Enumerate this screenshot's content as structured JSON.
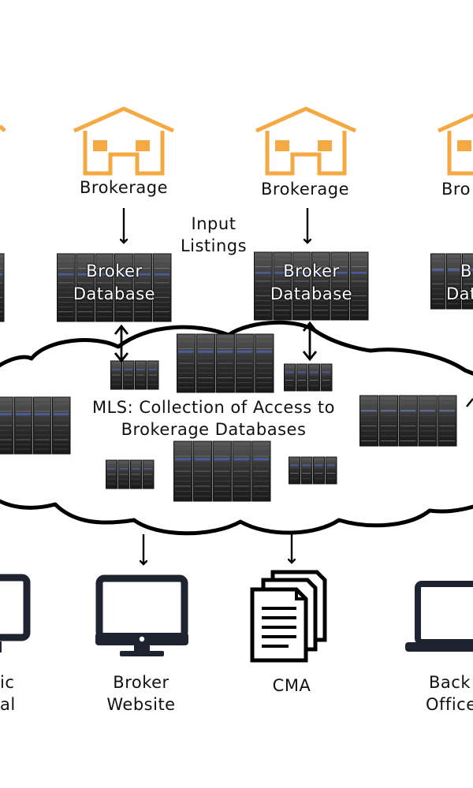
{
  "brokerages": [
    {
      "label": "Brokerage"
    },
    {
      "label": "Brokerage"
    },
    {
      "label": "Bro"
    }
  ],
  "input_listings": {
    "line1": "Input",
    "line2": "Listings"
  },
  "broker_databases": [
    {
      "line1": "Broker",
      "line2": "Database"
    },
    {
      "line1": "Broker",
      "line2": "Database"
    },
    {
      "line1": "B",
      "line2": "Dat"
    }
  ],
  "mls": {
    "line1": "MLS: Collection of Access to",
    "line2": "Brokerage Databases"
  },
  "outputs": [
    {
      "line1": "ic",
      "line2": "al"
    },
    {
      "line1": "Broker",
      "line2": "Website"
    },
    {
      "line1": "CMA",
      "line2": ""
    },
    {
      "line1": "Back",
      "line2": "Office"
    }
  ],
  "colors": {
    "house": "#F5A942",
    "outline": "#000000",
    "device": "#1E2330",
    "server_dark": "#2b2b2b",
    "server_light": "#6a6a6a"
  },
  "icons": [
    "house-icon",
    "server-rack-icon",
    "cloud-icon",
    "monitor-icon",
    "documents-icon",
    "laptop-icon",
    "arrow-icon"
  ]
}
